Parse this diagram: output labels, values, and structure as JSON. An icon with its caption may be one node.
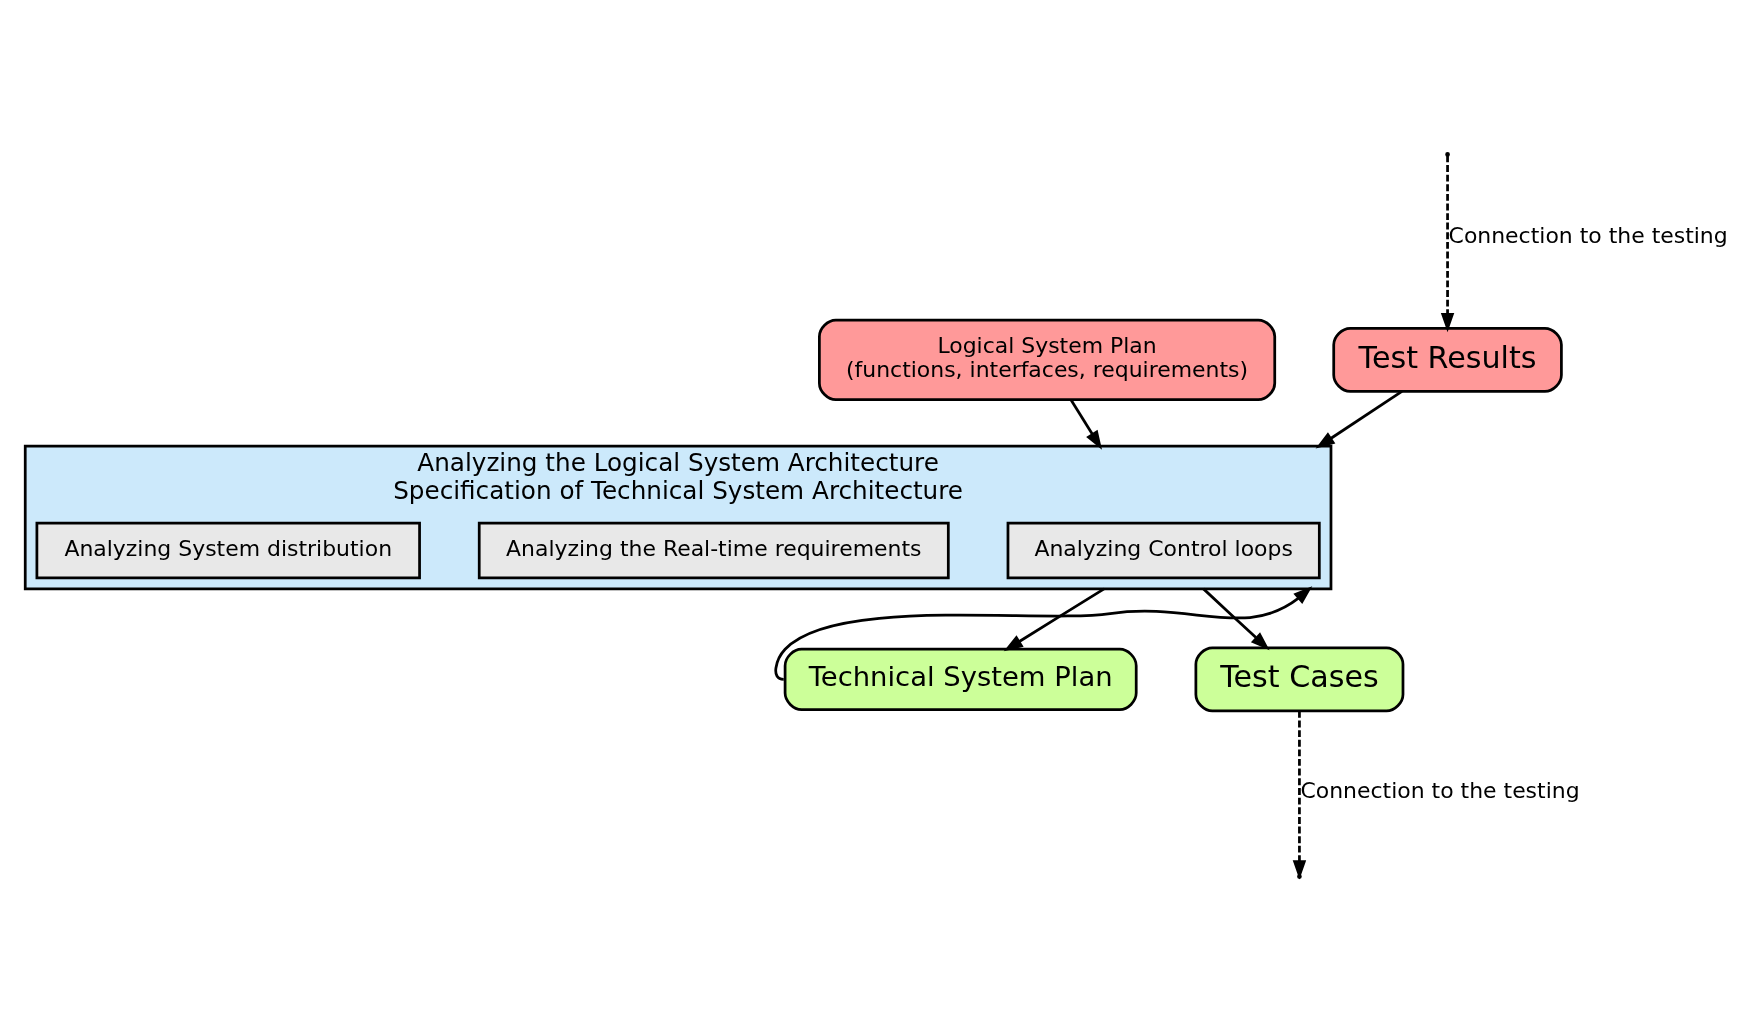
{
  "diagram": {
    "nodes": [
      {
        "text": [
          "Logical System Plan",
          "(functions, interfaces, requirements)"
        ]
      },
      {
        "text": [
          "Test Results"
        ]
      },
      {
        "text": [
          "Analyzing the Logical System Architecture",
          "Specification of Technical System Architecture"
        ]
      },
      {
        "text": [
          "Analyzing Control loops"
        ],
        "in": 2
      },
      {
        "text": [
          "Analyzing the Real-time requirements"
        ],
        "in": 2
      },
      {
        "text": [
          "Analyzing System distribution"
        ],
        "in": 2
      },
      {
        "text": [
          "Technical System Plan"
        ]
      },
      {
        "text": [
          "Test Cases"
        ]
      }
    ],
    "edges": [
      {
        "from": 0,
        "to": 2,
        "arrow": "to"
      },
      {
        "from": 1,
        "to": 2,
        "arrow": "to"
      },
      {
        "from": 2,
        "to": 6,
        "arrow": "to"
      },
      {
        "from": 6,
        "to": 2,
        "arrow": "to"
      },
      {
        "from": 2,
        "to": 7,
        "arrow": "to"
      },
      {
        "from": null,
        "to": 1,
        "arrow": "to",
        "style": "dashed",
        "label": "Connection to the testing"
      },
      {
        "from": 7,
        "to": null,
        "arrow": "to",
        "style": "dashed",
        "label": "Connection to the testing"
      }
    ]
  }
}
